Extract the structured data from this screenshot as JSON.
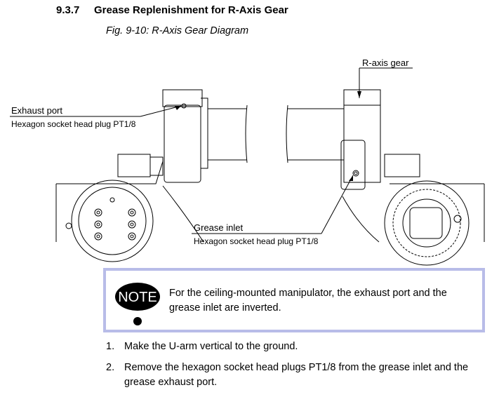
{
  "section": {
    "number": "9.3.7",
    "title": "Grease Replenishment for R-Axis Gear"
  },
  "figure": {
    "caption": "Fig. 9-10: R-Axis Gear Diagram",
    "labels": {
      "exhaust_port": "Exhaust port",
      "exhaust_plug": "Hexagon socket head plug PT1/8",
      "r_axis_gear": "R-axis gear",
      "grease_inlet": "Grease inlet",
      "inlet_plug": "Hexagon socket head plug PT1/8"
    }
  },
  "note": {
    "icon_text": "NOTE",
    "text": "For the ceiling-mounted manipulator, the exhaust port and the grease inlet are inverted."
  },
  "steps": [
    {
      "num": "1.",
      "text": "Make the U-arm vertical to the ground."
    },
    {
      "num": "2.",
      "text": "Remove the hexagon socket head plugs PT1/8 from the grease inlet and the grease exhaust port."
    }
  ]
}
